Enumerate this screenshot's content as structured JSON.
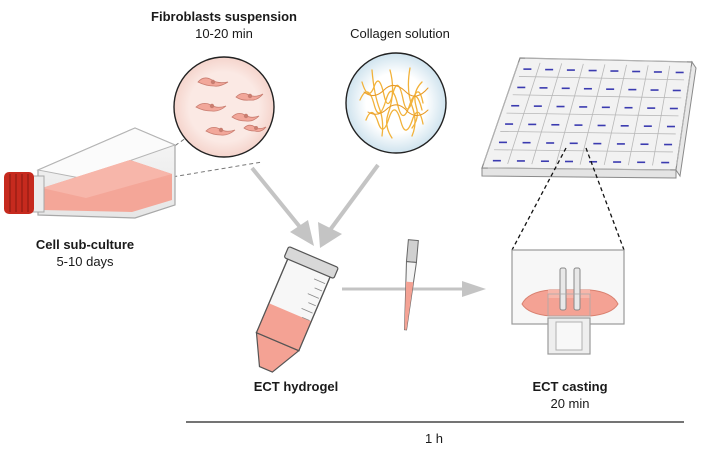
{
  "labels": {
    "fibroblasts": {
      "title": "Fibroblasts suspension",
      "subtitle": "10-20 min"
    },
    "collagen": {
      "title": "Collagen solution"
    },
    "subculture": {
      "title": "Cell sub-culture",
      "subtitle": "5-10 days"
    },
    "hydrogel": {
      "title": "ECT hydrogel"
    },
    "casting": {
      "title": "ECT casting",
      "subtitle": "20 min"
    },
    "timeline": {
      "total": "1 h"
    }
  },
  "colors": {
    "cell_pink": "#f2a79a",
    "medium_pink": "#f4a294",
    "collagen_orange": "#f2b23a",
    "cap_red": "#c62a1e",
    "arrow_gray": "#c4c4c4",
    "plate_blue": "#3b3bb0"
  },
  "icons": [
    "culture-flask-icon",
    "fibroblast-cells-icon",
    "collagen-fibers-icon",
    "conical-tube-icon",
    "pipette-tip-icon",
    "well-plate-icon",
    "casting-mold-icon"
  ]
}
